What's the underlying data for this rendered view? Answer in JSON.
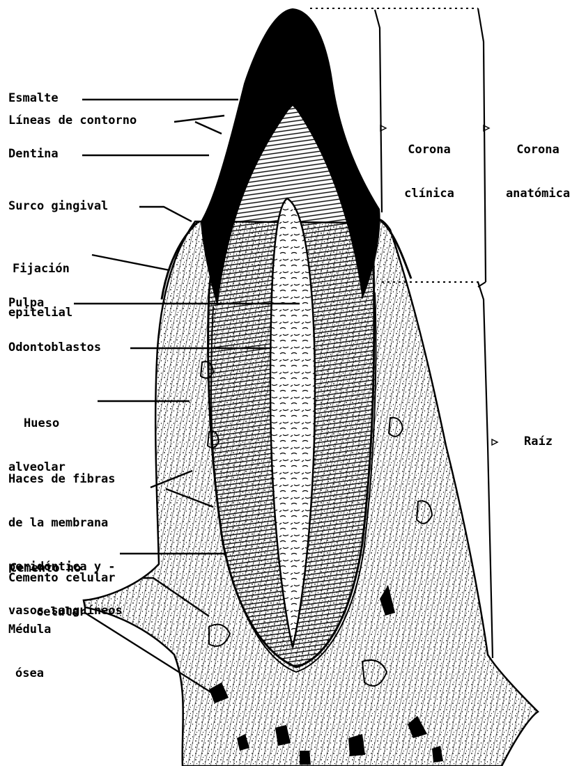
{
  "labels": {
    "esmalte": "Esmalte",
    "lineas_contorno": "Líneas de contorno",
    "dentina": "Dentina",
    "surco_gingival": "Surco gingival",
    "fijacion_1": "Fijación",
    "fijacion_2": "epitelial",
    "pulpa": "Pulpa",
    "odontoblastos": "Odontoblastos",
    "hueso_1": "Hueso",
    "hueso_2": "alveolar",
    "haces_1": "Haces de fibras",
    "haces_2": "de la membrana",
    "haces_3": "peridóntica y -",
    "haces_4": "vasos sanguíneos",
    "cemento_no_1": "Cemento no",
    "cemento_no_2": "celular",
    "cemento_celular": "Cemento celular",
    "medula_1": "Médula",
    "medula_2": "ósea",
    "corona_clinica_1": "Corona",
    "corona_clinica_2": "clínica",
    "corona_anatomica_1": "Corona",
    "corona_anatomica_2": "anatómica",
    "raiz": "Raíz"
  }
}
